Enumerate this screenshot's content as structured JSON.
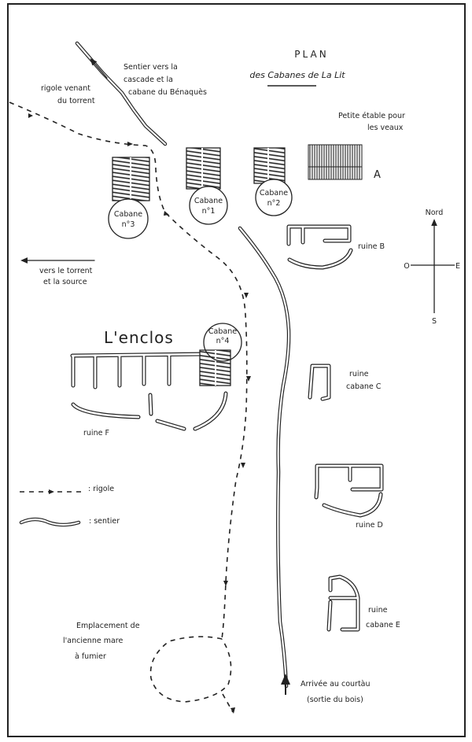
{
  "title": {
    "line1": "PLAN",
    "line2": "des Cabanes de La Lit"
  },
  "labels": {
    "sentier_vers_1": "Sentier vers la",
    "sentier_vers_2": "cascade et la",
    "sentier_vers_3": "cabane du Bénaquès",
    "rigole_venant_1": "rigole venant",
    "rigole_venant_2": "du torrent",
    "etable_1": "Petite étable pour",
    "etable_2": "les veaux",
    "etable_letter": "A",
    "cabane3_1": "Cabane",
    "cabane3_2": "n°3",
    "cabane1_1": "Cabane",
    "cabane1_2": "n°1",
    "cabane2_1": "Cabane",
    "cabane2_2": "n°2",
    "cabane4_1": "Cabane",
    "cabane4_2": "n°4",
    "ruine_b": "ruine B",
    "vers_torrent_1": "vers le torrent",
    "vers_torrent_2": "et la source",
    "enclos": "L'enclos",
    "ruine_c_1": "ruine",
    "ruine_c_2": "cabane C",
    "ruine_f": "ruine F",
    "ruine_d": "ruine D",
    "ruine_e_1": "ruine",
    "ruine_e_2": "cabane E",
    "mare_1": "Emplacement de",
    "mare_2": "l'ancienne mare",
    "mare_3": "à fumier",
    "arrivee_1": "Arrivée au courtàu",
    "arrivee_2": "(sortie du bois)"
  },
  "compass": {
    "north": "Nord",
    "west": "O",
    "east": "E",
    "south": "S"
  },
  "legend": {
    "rigole": ": rigole",
    "sentier": ": sentier"
  }
}
